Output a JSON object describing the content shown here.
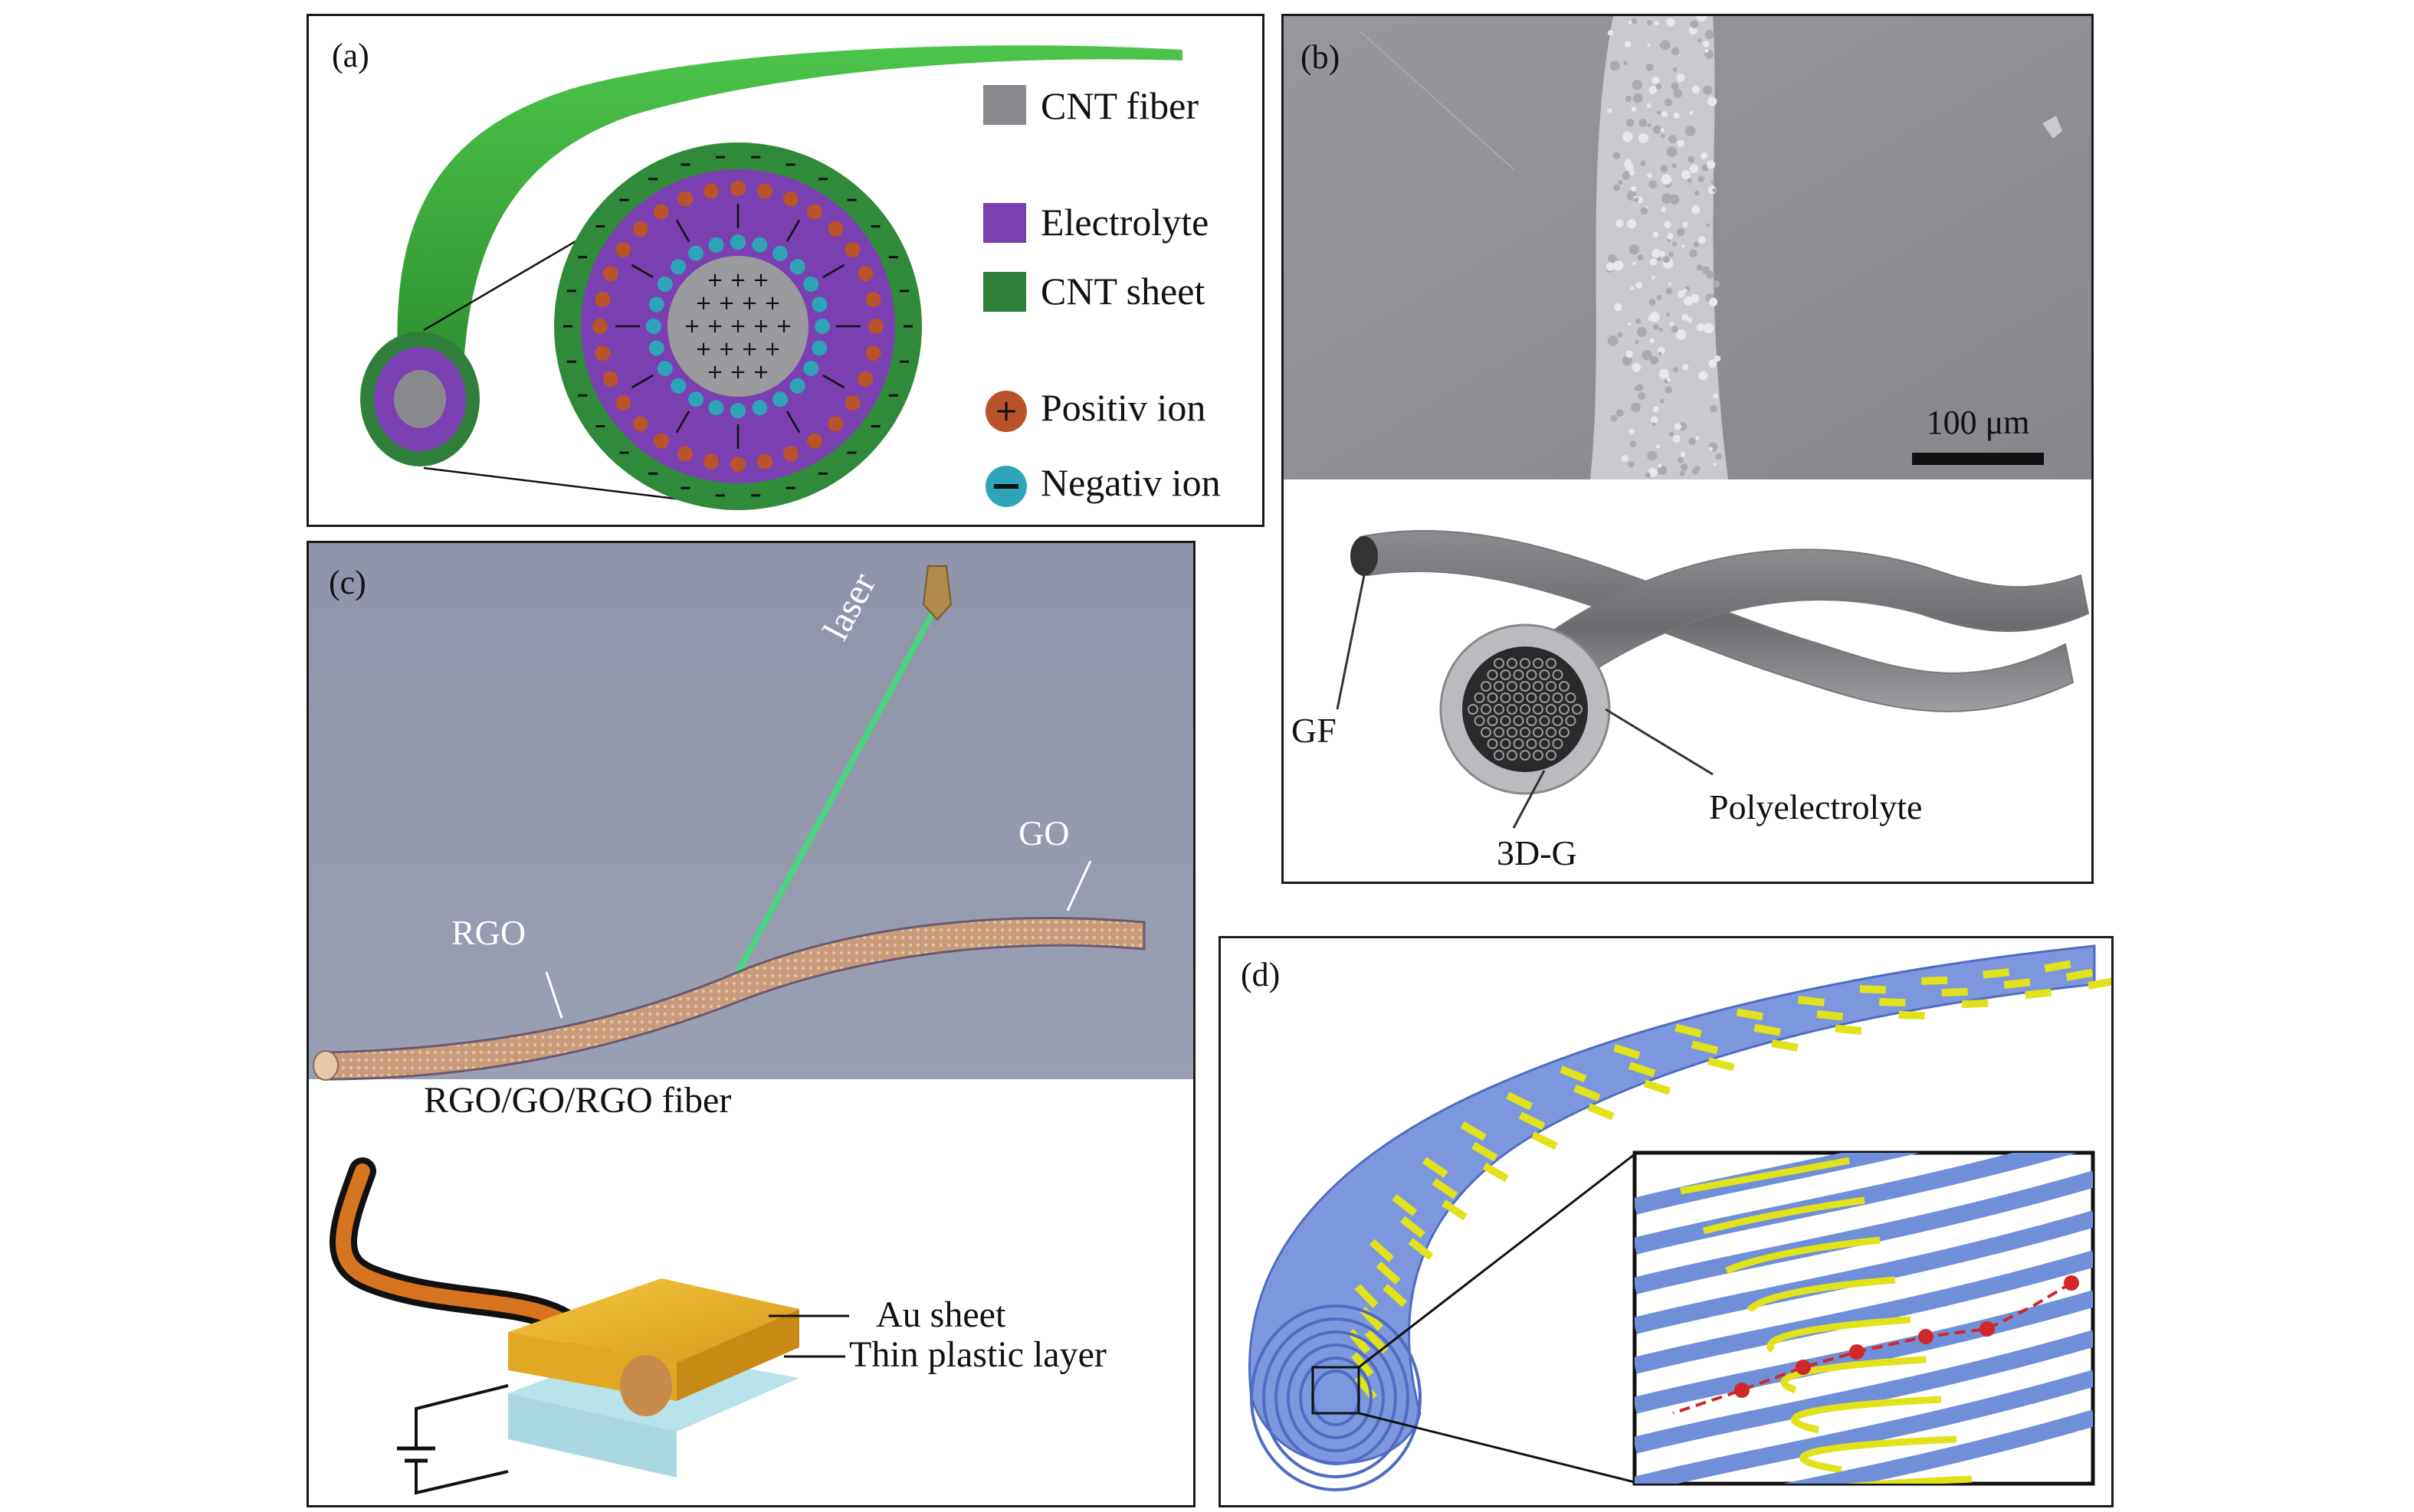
{
  "panels": {
    "a": {
      "label": "(a)",
      "legend": [
        {
          "text": "CNT fiber",
          "color": "#8a8a8e",
          "icon": "gray-square"
        },
        {
          "text": "Electrolyte",
          "color": "#7a3fb0",
          "icon": "purple-square"
        },
        {
          "text": "CNT sheet",
          "color": "#2f7f3a",
          "icon": "green-square"
        },
        {
          "text": "Positiv ion",
          "color": "#b8532a",
          "icon": "positive-ion-icon"
        },
        {
          "text": "Negativ ion",
          "color": "#2ea4b8",
          "icon": "negative-ion-icon"
        }
      ]
    },
    "b": {
      "label": "(b)",
      "scale_bar": "100 μm",
      "callouts": [
        "GF",
        "3D-G",
        "Polyelectrolyte"
      ]
    },
    "c": {
      "label": "(c)",
      "laser": "laser",
      "go": "GO",
      "rgo": "RGO",
      "fiber_title": "RGO/GO/RGO fiber",
      "au_sheet": "Au sheet",
      "plastic": "Thin plastic layer"
    },
    "d": {
      "label": "(d)"
    }
  },
  "colors": {
    "cnt_green": "#3aa33c",
    "electrolyte_purple": "#7a3fb0",
    "cnt_gray": "#8a8a8e",
    "sem_gray": "#8d8f94",
    "panel_c_bg": "#8d93a8",
    "blue_sheet": "#6f8fd8",
    "yellow_sheet": "#e2e21a",
    "arrow_red": "#d02828"
  }
}
